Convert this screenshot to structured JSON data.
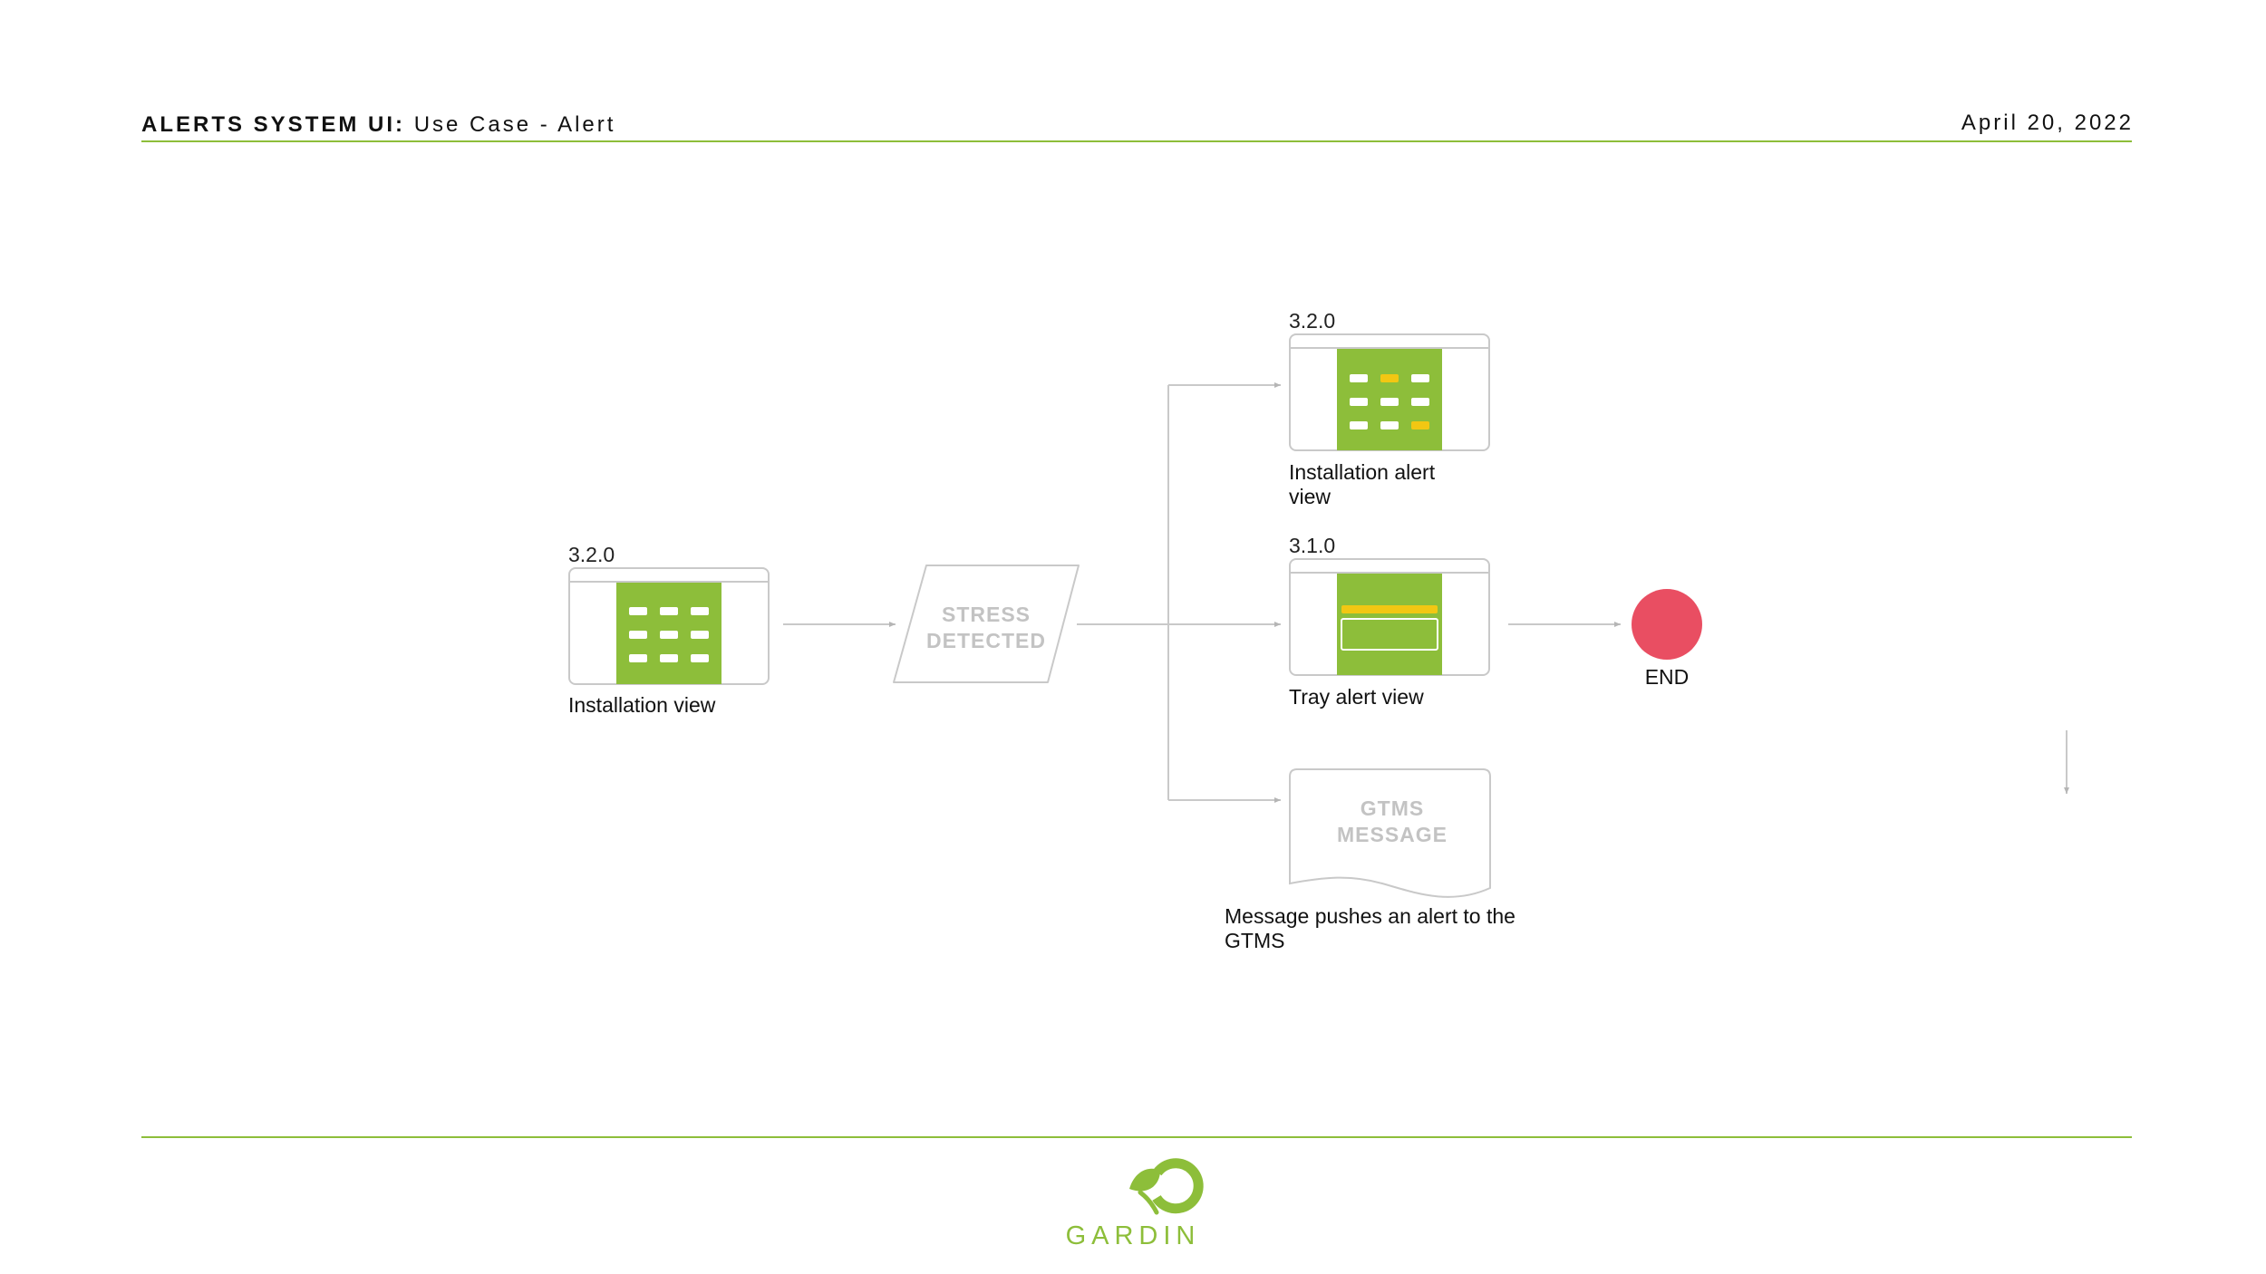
{
  "header": {
    "title": "ALERTS SYSTEM UI:",
    "subtitle": "Use Case - Alert",
    "date": "April 20, 2022"
  },
  "colors": {
    "accent_green": "#8dbe3a",
    "alert_yellow": "#f2c713",
    "end_red": "#e94e62",
    "line_gray": "#c9c9c9",
    "muted_text": "#c3c3c3"
  },
  "nodes": {
    "installation_view": {
      "version": "3.2.0",
      "label": "Installation view"
    },
    "stress_detected": {
      "line1": "STRESS",
      "line2": "DETECTED"
    },
    "installation_alert_view": {
      "version": "3.2.0",
      "label_line1": "Installation alert",
      "label_line2": "view"
    },
    "tray_alert_view": {
      "version": "3.1.0",
      "label": "Tray alert view"
    },
    "end": {
      "label": "END"
    },
    "gtms_message": {
      "line1": "GTMS",
      "line2": "MESSAGE",
      "label_line1": "Message pushes an alert to the",
      "label_line2": "GTMS"
    }
  },
  "footer": {
    "brand": "GARDIN",
    "logo_icon": "gardin-leaf-icon"
  }
}
